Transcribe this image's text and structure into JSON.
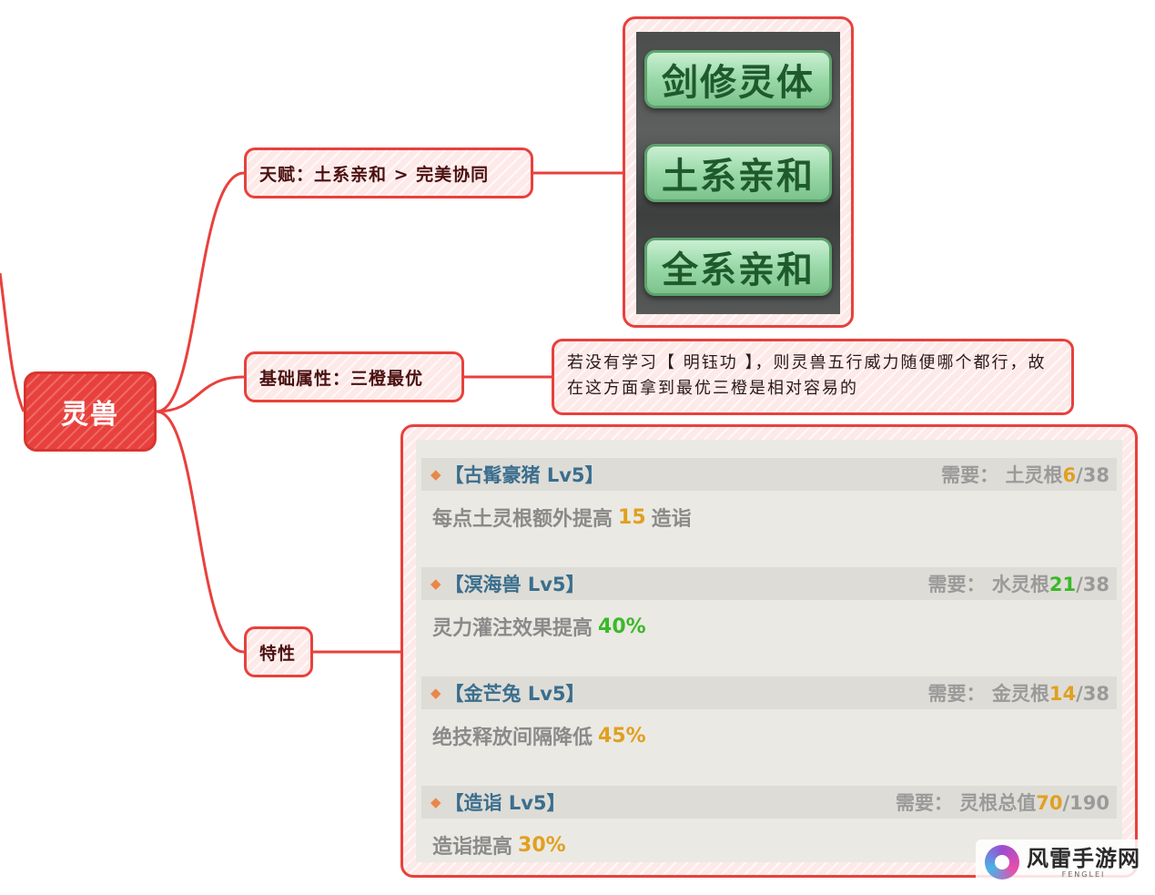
{
  "root": {
    "label": "灵兽"
  },
  "topics": {
    "talent": "天赋：土系亲和 > 完美协同",
    "base_attr": "基础属性：三橙最优",
    "traits": "特性"
  },
  "note": "若没有学习【 明钰功 】，则灵兽五行威力随便哪个都行，故在这方面拿到最优三橙是相对容易的",
  "talent_image": {
    "options": [
      "剑修灵体",
      "土系亲和",
      "全系亲和"
    ]
  },
  "traits": [
    {
      "name": "【古髯豪猪 Lv5】",
      "req_label": "需要：",
      "req_attr": "土灵根",
      "req_cur": "6",
      "req_total": "/38",
      "req_color": "orange",
      "desc_pre": "每点土灵根额外提高",
      "desc_val": "15",
      "desc_post": "造诣",
      "val_color": "orange"
    },
    {
      "name": "【溟海兽 Lv5】",
      "req_label": "需要：",
      "req_attr": "水灵根",
      "req_cur": "21",
      "req_total": "/38",
      "req_color": "green",
      "desc_pre": "灵力灌注效果提高",
      "desc_val": "40%",
      "desc_post": "",
      "val_color": "green"
    },
    {
      "name": "【金芒兔 Lv5】",
      "req_label": "需要：",
      "req_attr": "金灵根",
      "req_cur": "14",
      "req_total": "/38",
      "req_color": "orange",
      "desc_pre": "绝技释放间隔降低",
      "desc_val": "45%",
      "desc_post": "",
      "val_color": "orange"
    },
    {
      "name": "【造诣 Lv5】",
      "req_label": "需要：",
      "req_attr": "灵根总值",
      "req_cur": "70",
      "req_total": "/190",
      "req_color": "orange",
      "desc_pre": "造诣提高",
      "desc_val": "30%",
      "desc_post": "",
      "val_color": "orange"
    }
  ],
  "watermark": {
    "cn": "风雷手游网",
    "en": "FENGLEI"
  },
  "colors": {
    "accent": "#e8413d",
    "node_fill": "#fde9e8",
    "orange": "#e0a020",
    "green": "#3bb82a",
    "trait_name": "#3a6e8e"
  }
}
